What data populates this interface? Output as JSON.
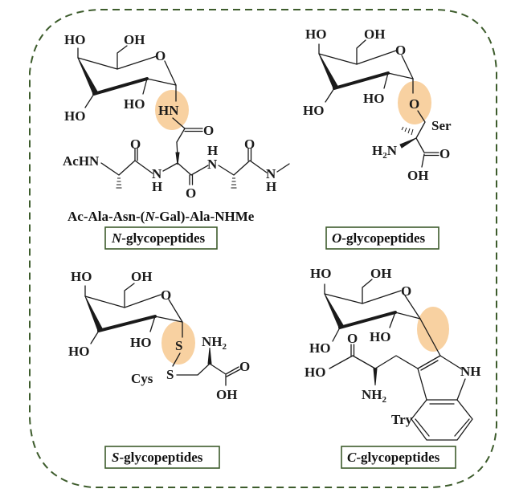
{
  "diagram": {
    "title": "Glycopeptide linkage types",
    "colors": {
      "frame": "#3d5c2c",
      "highlight": "#f6c486",
      "text": "#1a1a1a"
    },
    "panels": [
      {
        "id": "n-glycopeptides",
        "tag_prefix": "N",
        "tag_suffix": "-glycopeptides",
        "linkage_atom": "HN",
        "sugar_labels": [
          "HO",
          "OH",
          "O",
          "HO",
          "HO"
        ],
        "peptide_labels": {
          "achn": "AcHN",
          "o1": "O",
          "nh1_n": "N",
          "nh1_h": "H",
          "o2": "O",
          "o3": "O",
          "nh2_h": "H",
          "nh2_n": "N",
          "o4": "O",
          "nh3_n": "N",
          "nh3_h": "H"
        },
        "caption_parts": [
          "Ac-Ala-Asn-(",
          "N",
          "-Gal)-Ala-NHMe"
        ]
      },
      {
        "id": "o-glycopeptides",
        "tag_prefix": "O",
        "tag_suffix": "-glycopeptides",
        "linkage_atom": "O",
        "sugar_labels": [
          "HO",
          "OH",
          "O",
          "HO",
          "HO"
        ],
        "residue": "Ser",
        "amine": "H",
        "amine_sub": "2",
        "amine_n": "N",
        "carbonyl_o": "O",
        "hydroxyl": "OH"
      },
      {
        "id": "s-glycopeptides",
        "tag_prefix": "S",
        "tag_suffix": "-glycopeptides",
        "linkage_atom": "S",
        "sugar_labels": [
          "HO",
          "OH",
          "O",
          "HO",
          "HO"
        ],
        "residue": "Cys",
        "second_s": "S",
        "amine": "NH",
        "amine_sub": "2",
        "carbonyl_o": "O",
        "hydroxyl": "OH"
      },
      {
        "id": "c-glycopeptides",
        "tag_prefix": "C",
        "tag_suffix": "-glycopeptides",
        "linkage_atom": "C",
        "sugar_labels": [
          "HO",
          "OH",
          "O",
          "HO",
          "HO"
        ],
        "residue": "Try",
        "acid_o": "O",
        "acid_oh": "HO",
        "amine": "NH",
        "amine_sub": "2",
        "indole_nh": "NH"
      }
    ]
  }
}
